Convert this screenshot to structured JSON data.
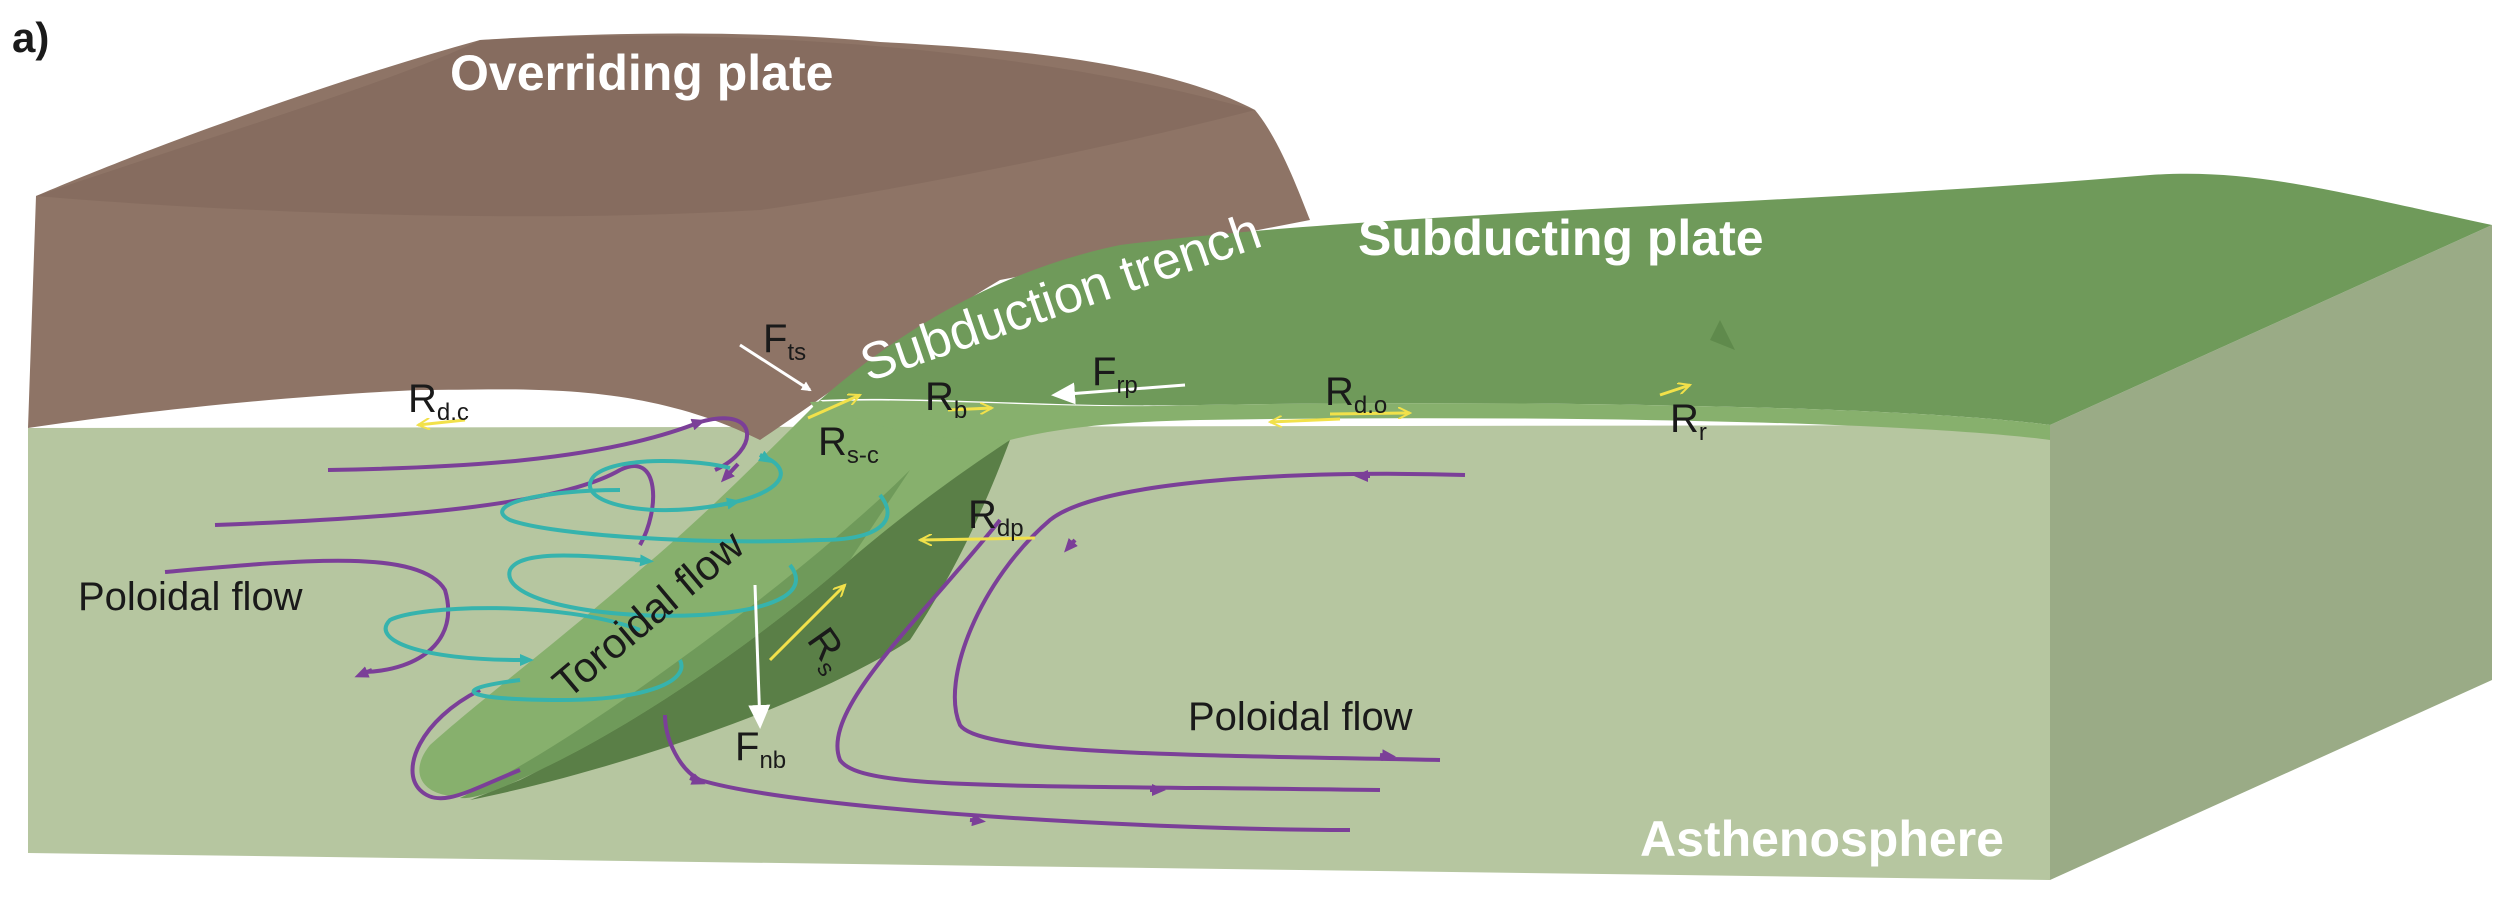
{
  "panel_label": "a)",
  "regions": {
    "overriding_plate": "Overriding plate",
    "subducting_plate": "Subducting plate",
    "asthenosphere": "Asthenosphere",
    "subduction_trench": "Subduction trench"
  },
  "flows": {
    "poloidal_left": "Poloidal flow",
    "poloidal_right": "Poloidal flow",
    "toroidal": "Toroidal flow"
  },
  "forces": {
    "F_ts": {
      "main": "F",
      "sub": "ts"
    },
    "F_rp": {
      "main": "F",
      "sub": "rp"
    },
    "F_nb": {
      "main": "F",
      "sub": "nb"
    },
    "R_dc": {
      "main": "R",
      "sub": "d.c"
    },
    "R_b": {
      "main": "R",
      "sub": "b"
    },
    "R_sc": {
      "main": "R",
      "sub": "s-c"
    },
    "R_do": {
      "main": "R",
      "sub": "d.o"
    },
    "R_r": {
      "main": "R",
      "sub": "r"
    },
    "R_dp": {
      "main": "R",
      "sub": "dp"
    },
    "R_s": {
      "main": "R",
      "sub": "s"
    }
  },
  "colors": {
    "overriding_plate": "#8e7466",
    "asthenosphere": "#b6c6a0",
    "subducting_plate": "#6f9a5a",
    "poloidal_flow": "#7b3f98",
    "toroidal_flow": "#36b3ad",
    "resistive_force": "#f2e14a",
    "driving_force": "#ffffff"
  }
}
